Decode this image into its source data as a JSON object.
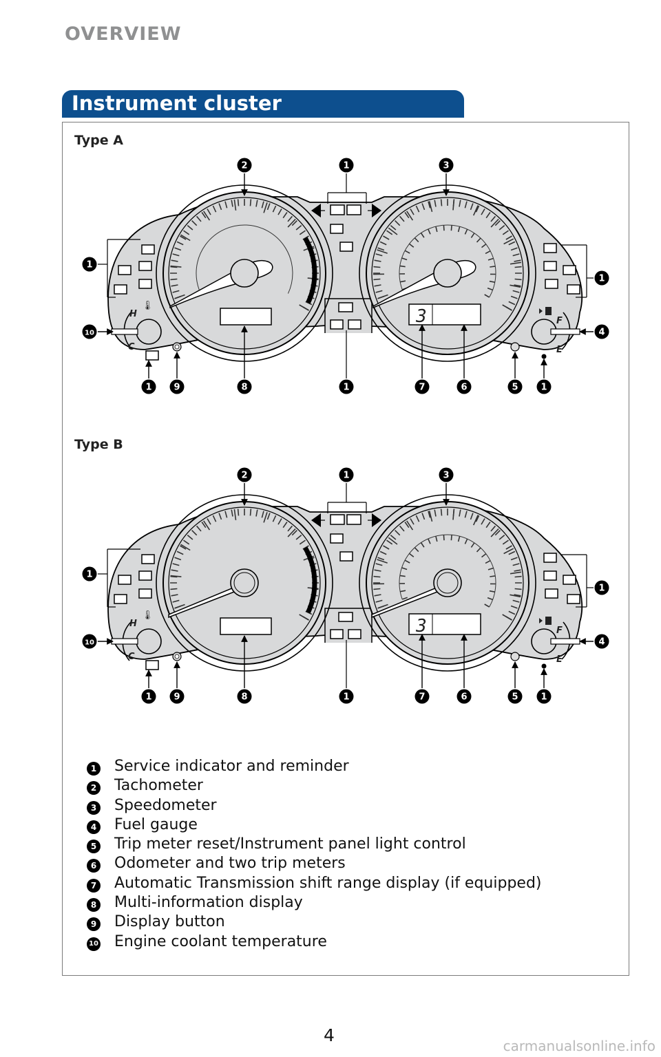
{
  "page": {
    "section": "OVERVIEW",
    "title": "Instrument cluster",
    "page_number": "4",
    "watermark": "carmanualsonline.info"
  },
  "diagrams": [
    {
      "label": "Type A",
      "callouts": {
        "top": [
          "2",
          "1",
          "3"
        ],
        "side_left_upper": "1",
        "side_right_upper": "1",
        "side_left_lower": "10",
        "side_right_lower": "4",
        "bottom": [
          "1",
          "9",
          "8",
          "1",
          "7",
          "6",
          "5",
          "1"
        ]
      },
      "gauge_letters": {
        "hot": "H",
        "cold": "C",
        "full": "F",
        "empty": "E"
      },
      "shift_display": "3"
    },
    {
      "label": "Type B",
      "callouts": {
        "top": [
          "2",
          "1",
          "3"
        ],
        "side_left_upper": "1",
        "side_right_upper": "1",
        "side_left_lower": "10",
        "side_right_lower": "4",
        "bottom": [
          "1",
          "9",
          "8",
          "1",
          "7",
          "6",
          "5",
          "1"
        ]
      },
      "gauge_letters": {
        "hot": "H",
        "cold": "C",
        "full": "F",
        "empty": "E"
      },
      "shift_display": "3"
    }
  ],
  "legend": [
    {
      "num": "1",
      "text": "Service indicator and reminder"
    },
    {
      "num": "2",
      "text": "Tachometer"
    },
    {
      "num": "3",
      "text": "Speedometer"
    },
    {
      "num": "4",
      "text": "Fuel gauge"
    },
    {
      "num": "5",
      "text": "Trip meter reset/Instrument panel light control"
    },
    {
      "num": "6",
      "text": "Odometer and two trip meters"
    },
    {
      "num": "7",
      "text": "Automatic Transmission shift range display (if equipped)"
    },
    {
      "num": "8",
      "text": "Multi-information display"
    },
    {
      "num": "9",
      "text": "Display button"
    },
    {
      "num": "10",
      "text": "Engine coolant temperature"
    }
  ],
  "colors": {
    "banner": "#0d4f8e",
    "cluster_body": "#d8d9da",
    "badge": "#000000"
  }
}
